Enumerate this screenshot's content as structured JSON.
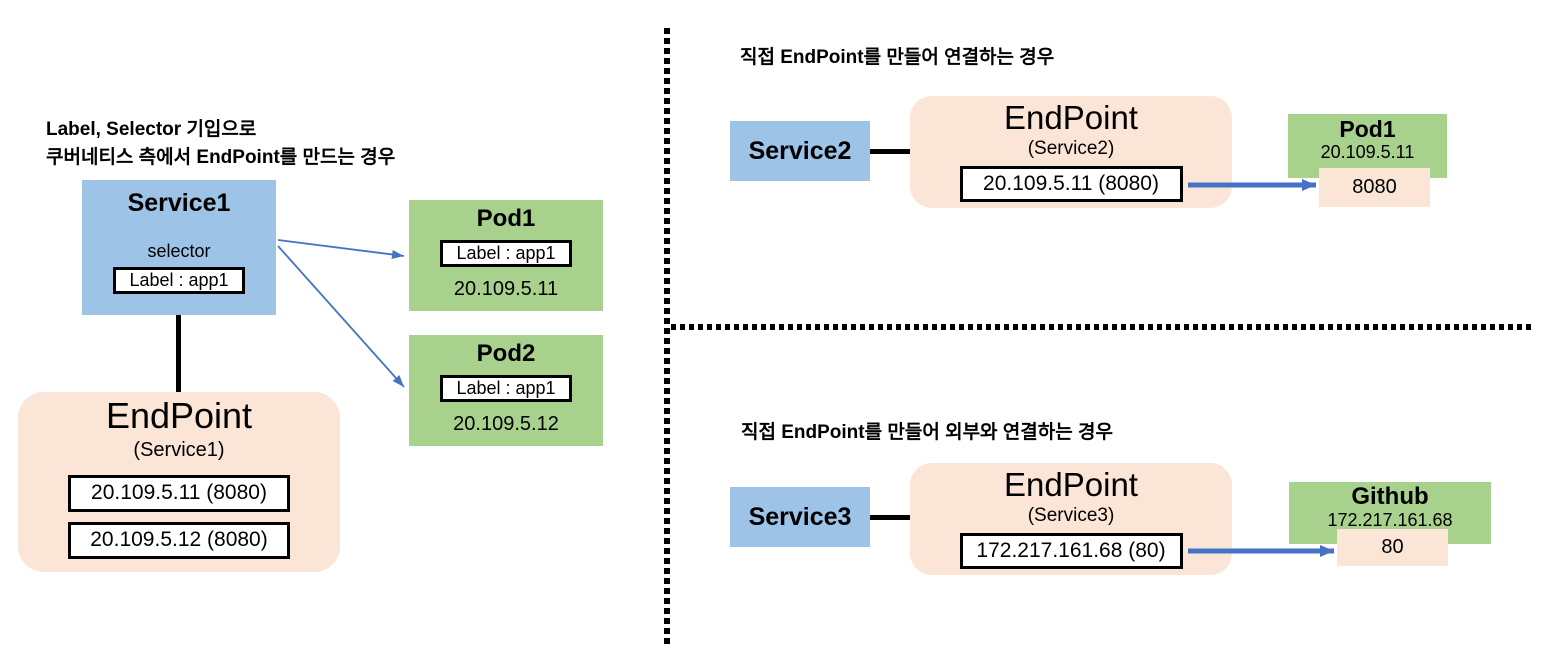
{
  "palette": {
    "service_blue": "#9DC3E6",
    "pod_green": "#A9D18E",
    "endpoint_peach": "#FBE5D6",
    "arrow_blue": "#4472C4",
    "line_black": "#000000"
  },
  "left_case": {
    "title_line1": "Label, Selector 기입으로",
    "title_line2": "쿠버네티스 측에서 EndPoint를 만드는 경우",
    "service": {
      "name": "Service1",
      "selector_label": "selector",
      "label_value": "Label : app1"
    },
    "endpoint": {
      "title": "EndPoint",
      "subtitle": "(Service1)",
      "entries": [
        "20.109.5.11 (8080)",
        "20.109.5.12 (8080)"
      ]
    },
    "pods": [
      {
        "name": "Pod1",
        "label": "Label : app1",
        "ip": "20.109.5.11"
      },
      {
        "name": "Pod2",
        "label": "Label : app1",
        "ip": "20.109.5.12"
      }
    ]
  },
  "top_right_case": {
    "title": "직접 EndPoint를 만들어 연결하는 경우",
    "service": {
      "name": "Service2"
    },
    "endpoint": {
      "title": "EndPoint",
      "subtitle": "(Service2)",
      "entry": "20.109.5.11 (8080)"
    },
    "target": {
      "name": "Pod1",
      "ip": "20.109.5.11",
      "port": "8080"
    }
  },
  "bottom_right_case": {
    "title": "직접 EndPoint를 만들어 외부와 연결하는 경우",
    "service": {
      "name": "Service3"
    },
    "endpoint": {
      "title": "EndPoint",
      "subtitle": "(Service3)",
      "entry": "172.217.161.68 (80)"
    },
    "target": {
      "name": "Github",
      "ip": "172.217.161.68",
      "port": "80"
    }
  }
}
